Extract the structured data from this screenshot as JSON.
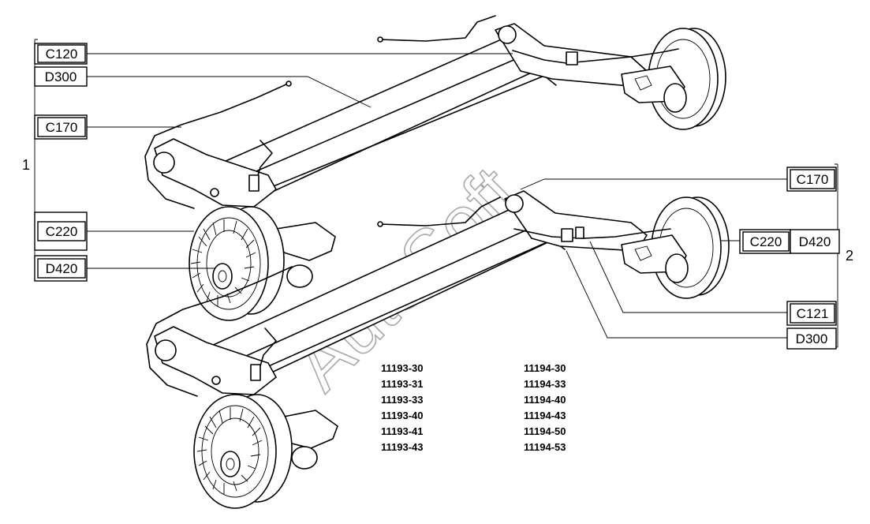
{
  "callouts": {
    "left_c120": "C120",
    "left_d300": "D300",
    "left_c170": "C170",
    "left_c220": "C220",
    "left_d420": "D420",
    "right_c170": "C170",
    "right_c220": "C220",
    "right_d420": "D420",
    "right_c121": "C121",
    "right_d300": "D300"
  },
  "groups": {
    "group_1": "1",
    "group_2": "2"
  },
  "part_numbers": {
    "column_1": [
      "11193-30",
      "11193-31",
      "11193-33",
      "11193-40",
      "11193-41",
      "11193-43"
    ],
    "column_2": [
      "11194-30",
      "11194-33",
      "11194-40",
      "11194-43",
      "11194-50",
      "11194-53"
    ]
  },
  "watermark": "AutoSoft"
}
